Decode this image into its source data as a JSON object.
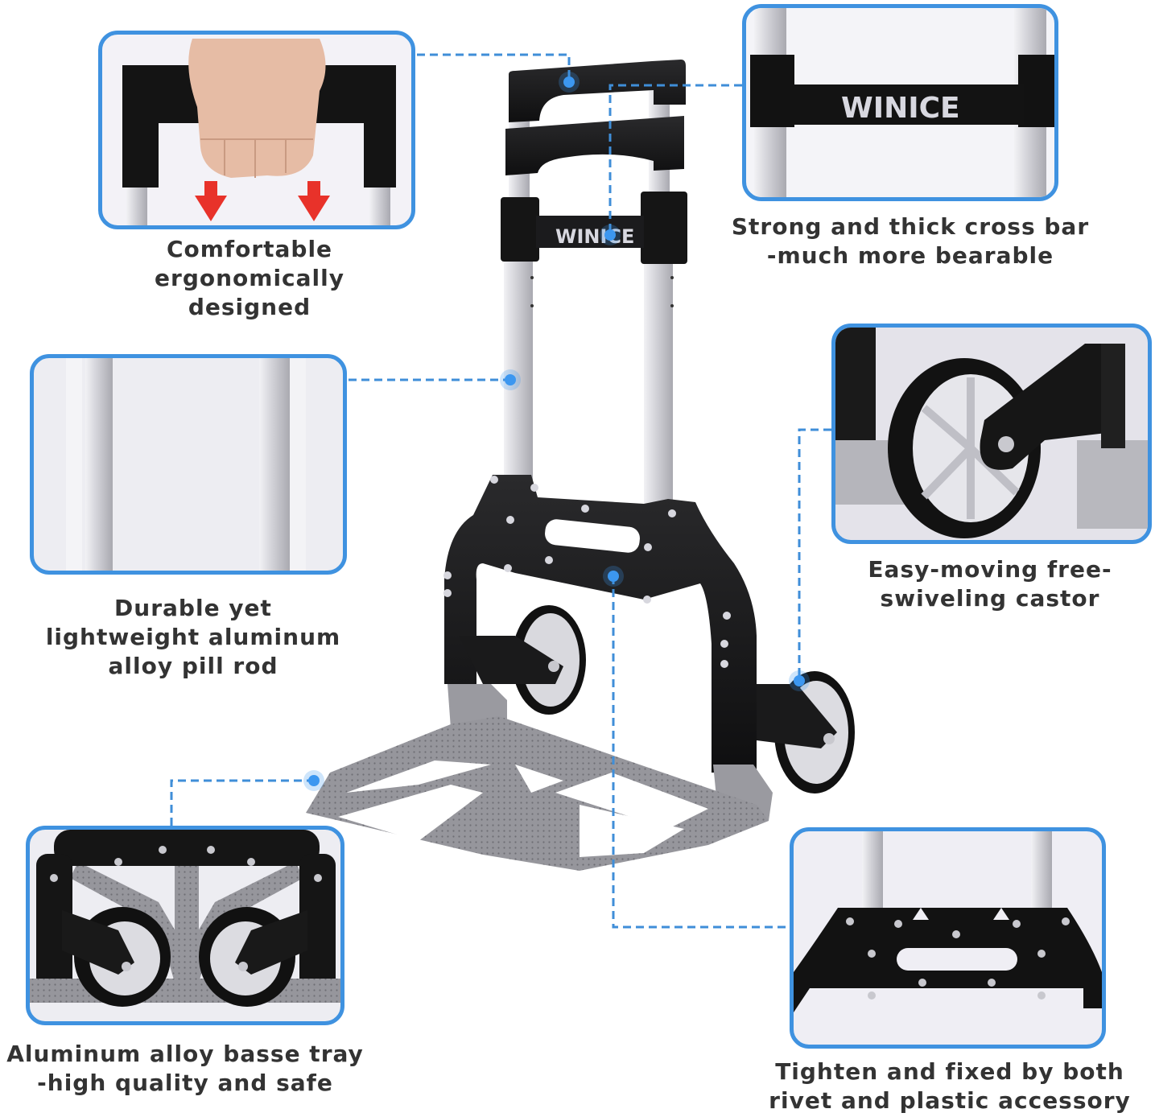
{
  "brand": "WINICE",
  "colors": {
    "accent": "#3f92e0",
    "connector": "#3f8ed8",
    "caption_text": "#333333",
    "frame_black": "#141414",
    "aluminum": "#c9c9cf",
    "tray_gray": "#8e8e94",
    "arrow_red": "#e8322a",
    "box_bg": "#eceaf2"
  },
  "callouts": [
    {
      "id": "handle",
      "caption_lines": [
        "Comfortable",
        "ergonomically",
        "designed"
      ],
      "image_desc": "hand gripping black ergonomic handle with two red down arrows"
    },
    {
      "id": "cross-bar",
      "caption_lines": [
        "Strong and thick cross bar",
        "-much more bearable"
      ],
      "image_desc": "black cross bar with WINICE logo between aluminum rods",
      "logo_text": "WINICE"
    },
    {
      "id": "pull-rod",
      "caption_lines": [
        "Durable yet",
        "lightweight aluminum",
        "alloy pill rod"
      ],
      "image_desc": "close-up of aluminum pull rods"
    },
    {
      "id": "castor",
      "caption_lines": [
        "Easy-moving free-",
        "swiveling castor"
      ],
      "image_desc": "close-up of black wheel with white spokes"
    },
    {
      "id": "tray",
      "caption_lines": [
        "Aluminum alloy basse tray",
        "-high quality and safe"
      ],
      "image_desc": "folded tray with two wheels seen from front"
    },
    {
      "id": "rivet",
      "caption_lines": [
        "Tighten and fixed by both",
        "rivet and plastic accessory"
      ],
      "image_desc": "black plastic bracket with rivets"
    }
  ]
}
